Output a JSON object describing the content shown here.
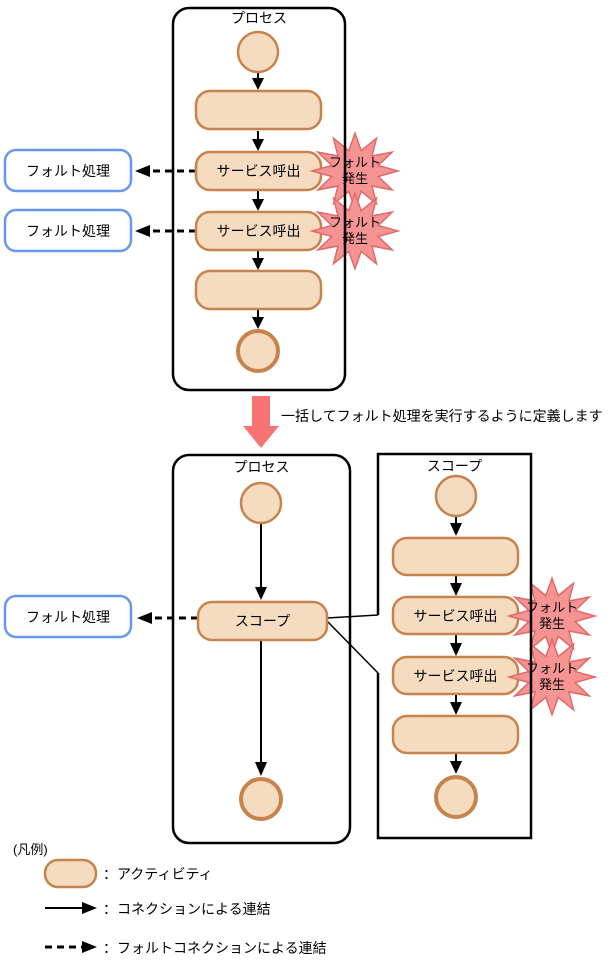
{
  "colors": {
    "activity_fill": "#F5DCC1",
    "activity_border": "#C6834C",
    "fault_handler_border": "#6699EE",
    "burst_fill": "#F69494",
    "burst_border": "#E06969",
    "transition_arrow": "#F87474",
    "line": "#000000"
  },
  "top_diagram": {
    "container_label": "プロセス",
    "service_call_1": "サービス呼出",
    "service_call_2": "サービス呼出",
    "fault_handler_1": "フォルト処理",
    "fault_handler_2": "フォルト処理",
    "fault_burst_1": "フォルト\n発生",
    "fault_burst_2": "フォルト\n発生"
  },
  "transition": {
    "caption": "一括してフォルト処理を実行するように定義します"
  },
  "bottom_diagram": {
    "process_container_label": "プロセス",
    "scope_activity_label": "スコープ",
    "fault_handler": "フォルト処理",
    "scope_container_label": "スコープ",
    "service_call_1": "サービス呼出",
    "service_call_2": "サービス呼出",
    "fault_burst_1": "フォルト\n発生",
    "fault_burst_2": "フォルト\n発生"
  },
  "legend": {
    "title": "(凡例)",
    "activity_label": "：アクティビティ",
    "connection_label": "：コネクションによる連結",
    "fault_connection_label": "：フォルトコネクションによる連結"
  }
}
